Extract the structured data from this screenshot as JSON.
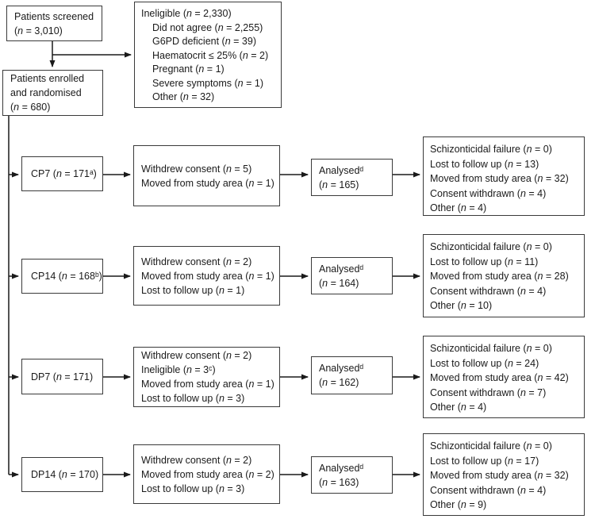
{
  "screened": {
    "text": "Patients screened\n(n = 3,010)"
  },
  "ineligible": {
    "title": "Ineligible (n = 2,330)",
    "items": [
      "Did not agree (n = 2,255)",
      "G6PD deficient (n = 39)",
      "Haematocrit ≤ 25% (n = 2)",
      "Pregnant (n = 1)",
      "Severe symptoms (n = 1)",
      "Other (n = 32)"
    ]
  },
  "enrolled": {
    "text": "Patients enrolled\nand randomised\n(n = 680)"
  },
  "arms": [
    {
      "label": "CP7 (n = 171ᵃ)",
      "exclusions": "Withdrew consent (n = 5)\nMoved from study area (n = 1)",
      "analysed": "Analysedᵈ\n(n = 165)",
      "outcomes": "Schizonticidal failure (n = 0)\nLost to follow up (n = 13)\nMoved from study area (n = 32)\nConsent withdrawn (n = 4)\nOther (n = 4)"
    },
    {
      "label": "CP14 (n = 168ᵇ)",
      "exclusions": "Withdrew consent (n = 2)\nMoved from study area (n = 1)\nLost to follow up (n = 1)",
      "analysed": "Analysedᵈ\n(n = 164)",
      "outcomes": "Schizonticidal failure (n = 0)\nLost to follow up (n = 11)\nMoved from study area (n = 28)\nConsent withdrawn (n = 4)\nOther (n = 10)"
    },
    {
      "label": "DP7 (n = 171)",
      "exclusions": "Withdrew consent (n = 2)\nIneligible (n = 3ᶜ)\nMoved from study area (n = 1)\nLost to follow up (n = 3)",
      "analysed": "Analysedᵈ\n(n = 162)",
      "outcomes": "Schizonticidal failure (n = 0)\nLost to follow up (n = 24)\nMoved from study area (n = 42)\nConsent withdrawn (n = 7)\nOther (n = 4)"
    },
    {
      "label": "DP14 (n = 170)",
      "exclusions": "Withdrew consent (n = 2)\nMoved from study area (n = 2)\nLost to follow up (n = 3)",
      "analysed": "Analysedᵈ\n(n = 163)",
      "outcomes": "Schizonticidal failure (n = 0)\nLost to follow up (n = 17)\nMoved from study area (n = 32)\nConsent withdrawn (n = 4)\nOther (n = 9)"
    }
  ],
  "colors": {
    "line": "#1a1a1a",
    "border": "#3a3a3a",
    "background": "#ffffff"
  }
}
